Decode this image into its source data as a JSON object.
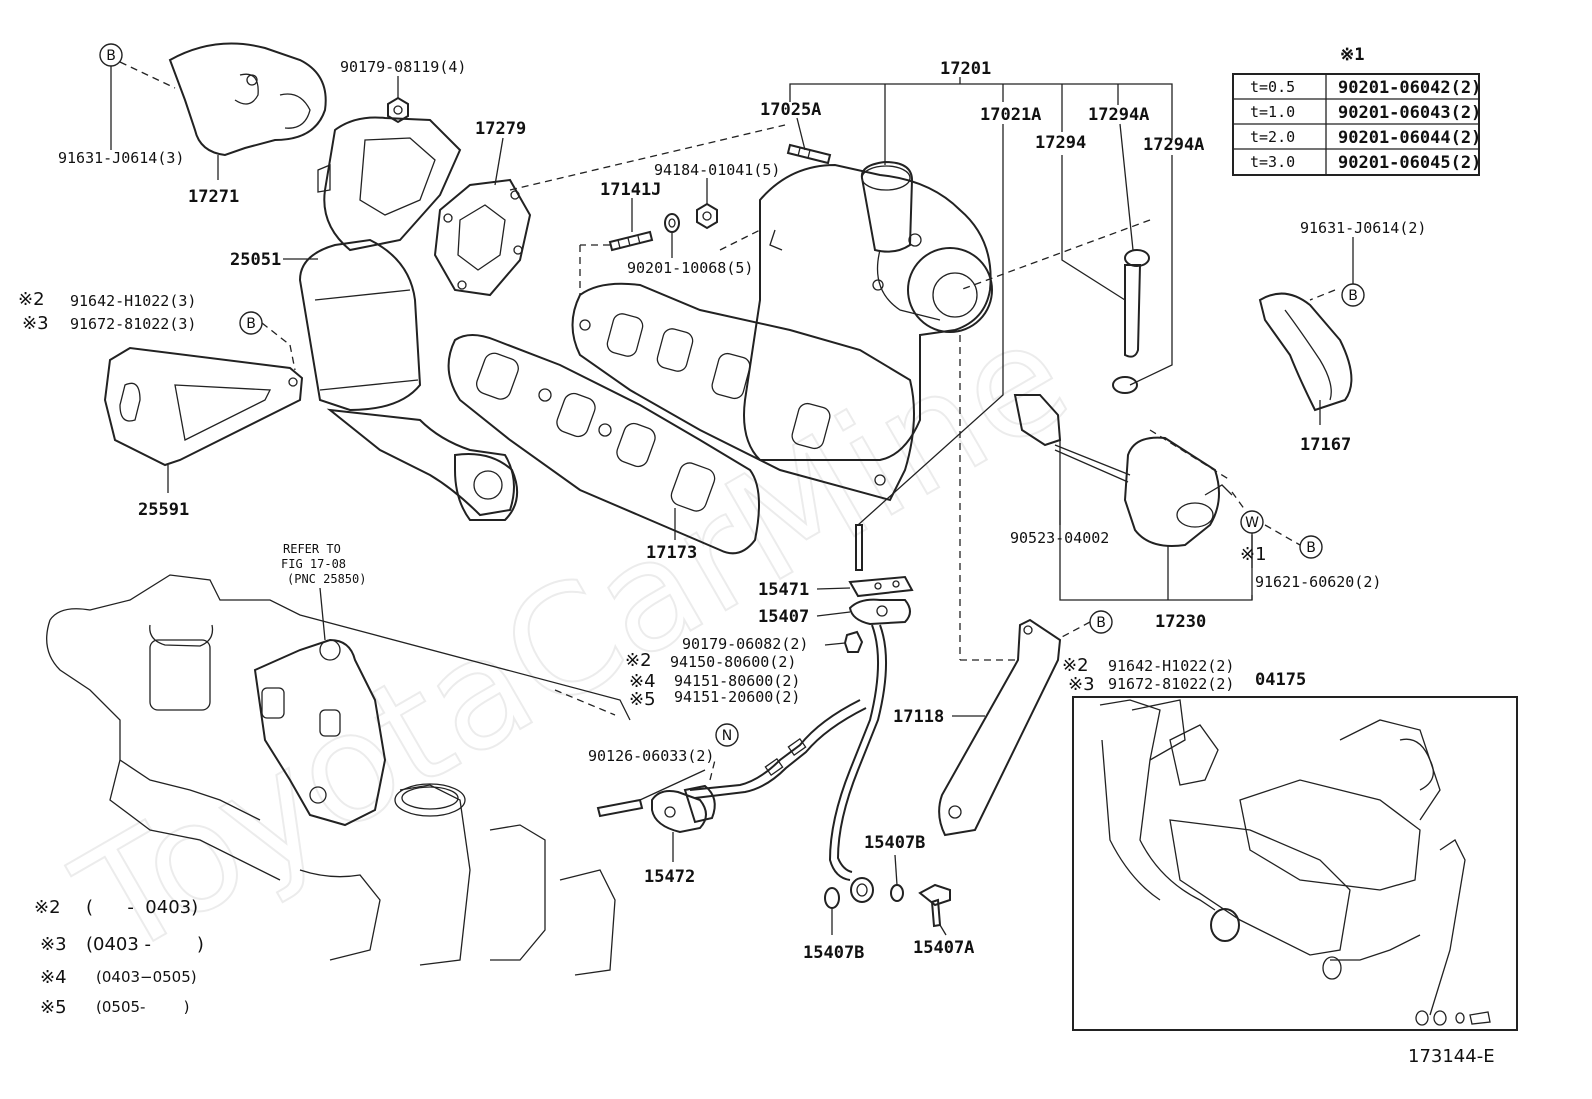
{
  "parts": {
    "p17201": "17201",
    "p17025A": "17025A",
    "p17021A": "17021A",
    "p17294A_1": "17294A",
    "p17294": "17294",
    "p17294A_2": "17294A",
    "p90179_08119": "90179-08119(4)",
    "p17279": "17279",
    "p91631_J0614_3": "91631-J0614(3)",
    "p17271": "17271",
    "p94184_01041": "94184-01041(5)",
    "p17141J": "17141J",
    "p90201_10068": "90201-10068(5)",
    "p25051": "25051",
    "p91642_H1022_3": "91642-H1022(3)",
    "p91672_81022_3": "91672-81022(3)",
    "p25591": "25591",
    "p17173": "17173",
    "p91631_J0614_2": "91631-J0614(2)",
    "p17167": "17167",
    "p90523_04002": "90523-04002",
    "p91621_60620": "91621-60620(2)",
    "p17230": "17230",
    "p15471": "15471",
    "p15407": "15407",
    "p90179_06082": "90179-06082(2)",
    "p94150_80600": "94150-80600(2)",
    "p94151_80600": "94151-80600(2)",
    "p94151_20600": "94151-20600(2)",
    "p90126_06033": "90126-06033(2)",
    "p15472": "15472",
    "p17118": "17118",
    "p91642_H1022_2": "91642-H1022(2)",
    "p91672_81022_2": "91672-81022(2)",
    "p04175": "04175",
    "p15407B_1": "15407B",
    "p15407B_2": "15407B",
    "p15407A": "15407A"
  },
  "marks": {
    "m2a": "※2",
    "m3a": "※3",
    "m2b": "※2",
    "m4b": "※4",
    "m5b": "※5",
    "m2c": "※2",
    "m3c": "※3",
    "m1w": "※1"
  },
  "circles": {
    "b": "B",
    "w": "W",
    "n": "N"
  },
  "refer": {
    "line1": "REFER TO",
    "line2": "FIG 17-08",
    "line3": "(PNC 25850)"
  },
  "shim_table": {
    "title": "※1",
    "rows": [
      {
        "t": "t=0.5",
        "part": "90201-06042(2)"
      },
      {
        "t": "t=1.0",
        "part": "90201-06043(2)"
      },
      {
        "t": "t=2.0",
        "part": "90201-06044(2)"
      },
      {
        "t": "t=3.0",
        "part": "90201-06045(2)"
      }
    ]
  },
  "legend": {
    "n2_mark": "※2",
    "n2_text": "(      -  0403)",
    "n3_mark": "※3",
    "n3_text": "(0403 -        )",
    "n4_mark": "※4",
    "n4_text": "(0403−0505)",
    "n5_mark": "※5",
    "n5_text": "(0505-        )"
  },
  "figure_id": "173144-E",
  "watermark": "ToyotaCarMine"
}
